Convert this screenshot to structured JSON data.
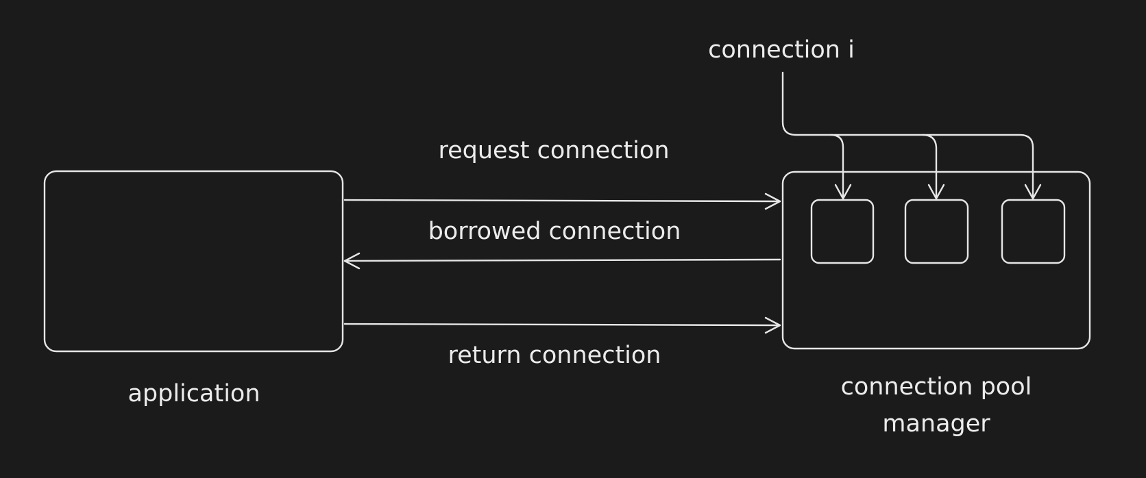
{
  "diagram": {
    "nodes": {
      "application": {
        "label": "application"
      },
      "pool_manager": {
        "label_line1": "connection pool",
        "label_line2": "manager",
        "slots": 3
      }
    },
    "edges": {
      "request": {
        "label": "request connection",
        "from": "application",
        "to": "pool_manager"
      },
      "borrowed": {
        "label": "borrowed connection",
        "from": "pool_manager",
        "to": "application"
      },
      "return": {
        "label": "return connection",
        "from": "application",
        "to": "pool_manager"
      }
    },
    "annotation": {
      "label": "connection i"
    },
    "colors": {
      "background": "#1b1b1b",
      "stroke": "#e6e6e6",
      "text": "#ececec"
    }
  }
}
